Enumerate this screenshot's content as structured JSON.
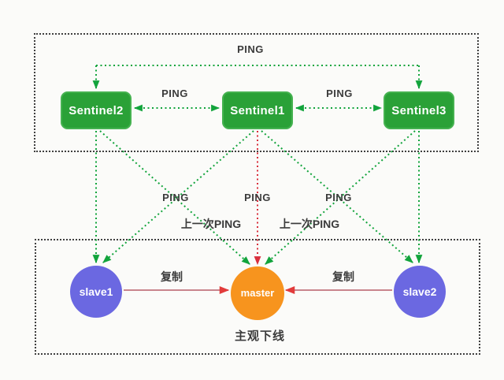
{
  "diagram": {
    "title_hint": "redis-sentinel-topology",
    "colors": {
      "sentinel_box_green": "#2aa137",
      "arrow_green": "#12a43c",
      "arrow_red": "#d92f3c",
      "replicate_line_pink": "#c9858d",
      "replicate_arrow_red": "#e23b3b",
      "slave_purple": "#6b68e1",
      "master_orange": "#f7941e",
      "dashed_border": "#3f3f3f",
      "label_text": "#3b3b3b"
    }
  },
  "nodes": {
    "sentinel2": {
      "label": "Sentinel2"
    },
    "sentinel1": {
      "label": "Sentinel1"
    },
    "sentinel3": {
      "label": "Sentinel3"
    },
    "slave1": {
      "label": "slave1"
    },
    "master": {
      "label": "master"
    },
    "slave2": {
      "label": "slave2"
    }
  },
  "labels": {
    "ping_top": "PING",
    "ping_s2_s1": "PING",
    "ping_s1_s3": "PING",
    "ping_mid_left": "PING",
    "ping_mid_center": "PING",
    "ping_mid_right": "PING",
    "last_ping_left": "上一次PING",
    "last_ping_right": "上一次PING",
    "replicate_left": "复制",
    "replicate_right": "复制",
    "subjective_down": "主观下线"
  }
}
